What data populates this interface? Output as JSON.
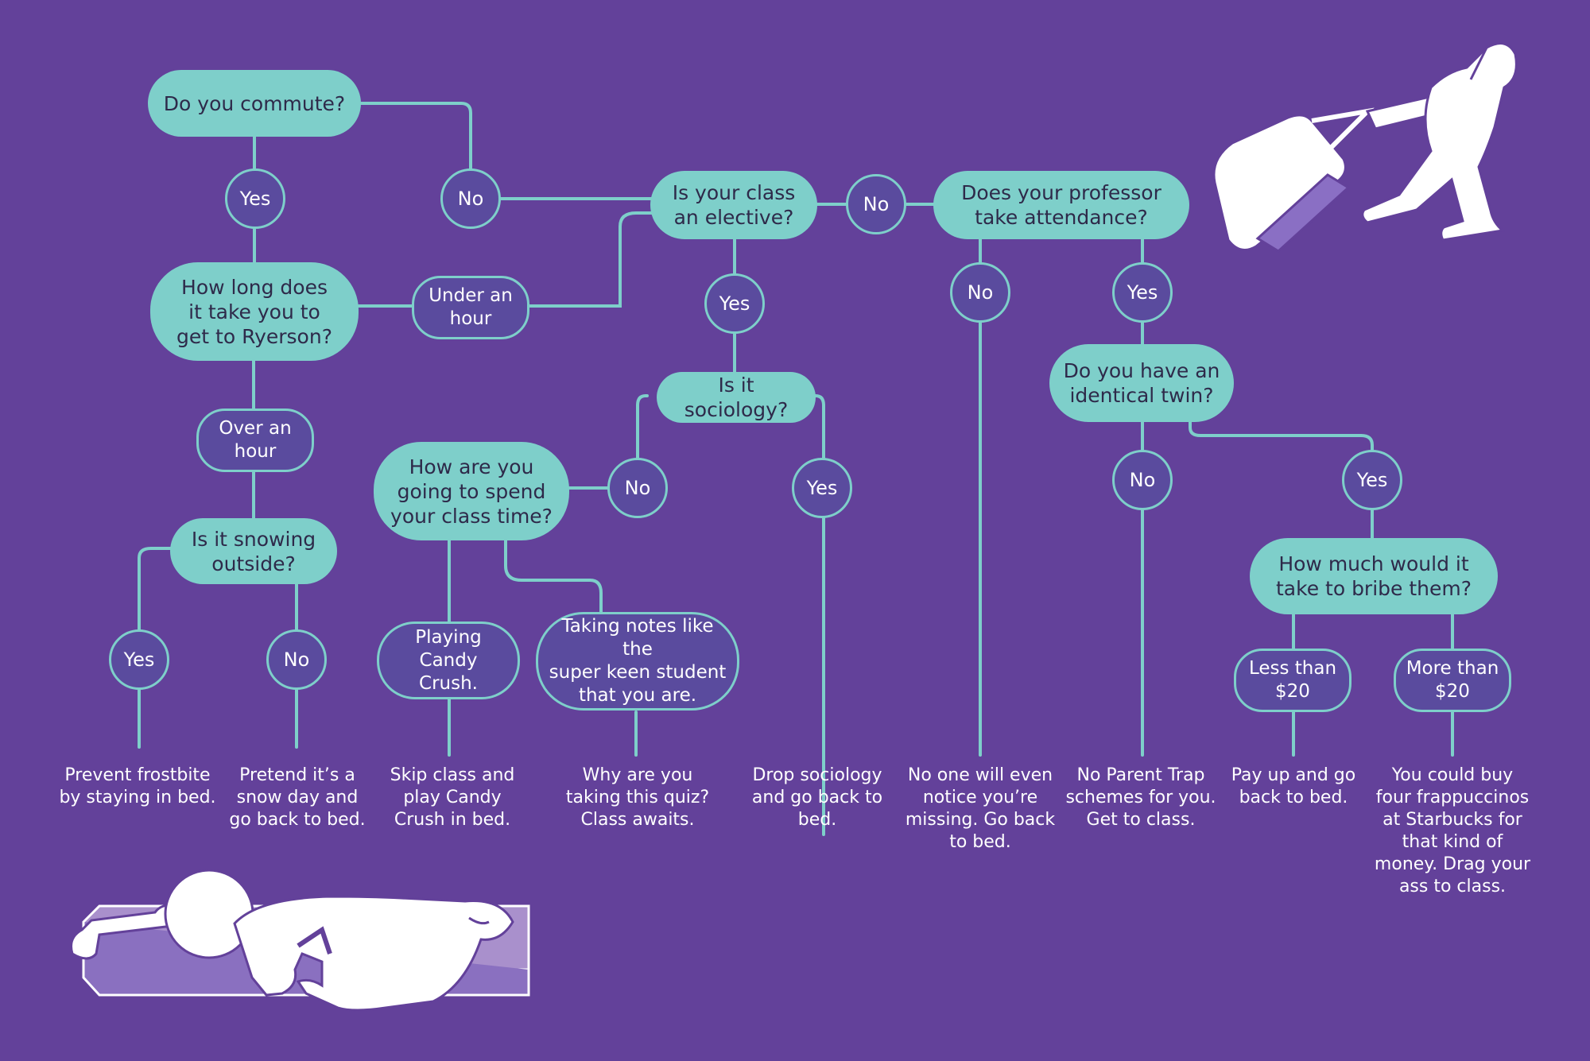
{
  "colors": {
    "background": "#63419a",
    "question_fill": "#7ecfca",
    "connector": "#7ecfca",
    "answer_fill": "#5a4b9e",
    "figure": "#ffffff",
    "bed_side": "#a990cc"
  },
  "questions": {
    "commute": "Do you commute?",
    "how_long": "How long does\nit take you to\nget to Ryerson?",
    "snowing": "Is it snowing\noutside?",
    "elective": "Is your class\nan elective?",
    "sociology": "Is it sociology?",
    "spend_time": "How are you\ngoing to spend\nyour class time?",
    "attendance": "Does your professor\ntake attendance?",
    "twin": "Do you have an\nidentical twin?",
    "bribe": "How much would it\ntake to bribe them?"
  },
  "answers": {
    "commute_yes": "Yes",
    "commute_no": "No",
    "under_hour": "Under an\nhour",
    "over_hour": "Over an\nhour",
    "snow_yes": "Yes",
    "snow_no": "No",
    "elective_no": "No",
    "elective_yes": "Yes",
    "soc_no": "No",
    "soc_yes": "Yes",
    "candy": "Playing Candy\nCrush.",
    "notes": "Taking notes like the\nsuper keen student\nthat you are.",
    "att_no": "No",
    "att_yes": "Yes",
    "twin_no": "No",
    "twin_yes": "Yes",
    "less20": "Less than\n$20",
    "more20": "More than\n$20"
  },
  "results": {
    "frostbite": "Prevent frostbite\nby staying in bed.",
    "snow_day": "Pretend it’s a\nsnow day and\ngo back to bed.",
    "skip_class": "Skip class and\nplay Candy\nCrush in bed.",
    "why_quiz": "Why are you\ntaking this quiz?\nClass awaits.",
    "drop_soc": "Drop sociology\nand go back to\nbed.",
    "no_one": "No one will even\nnotice you’re\nmissing. Go back\nto bed.",
    "parent_trap": "No Parent Trap\nschemes for you.\nGet to class.",
    "pay_up": "Pay up and go\nback to bed.",
    "frappuccinos": "You could buy\nfour frappuccinos\nat Starbucks for\nthat kind of\nmoney. Drag your\nass to class."
  }
}
